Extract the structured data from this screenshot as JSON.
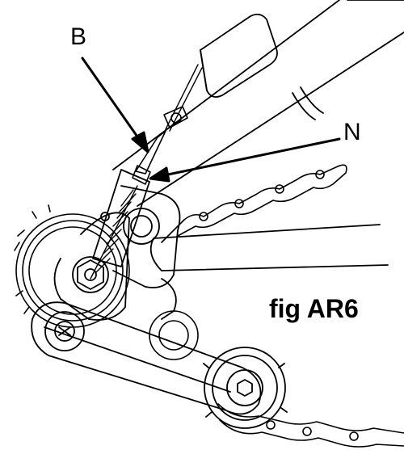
{
  "figure": {
    "caption": "fig AR6",
    "callouts": {
      "b": "B",
      "n": "N"
    }
  },
  "colors": {
    "ink": "#000000",
    "paper": "#ffffff"
  }
}
